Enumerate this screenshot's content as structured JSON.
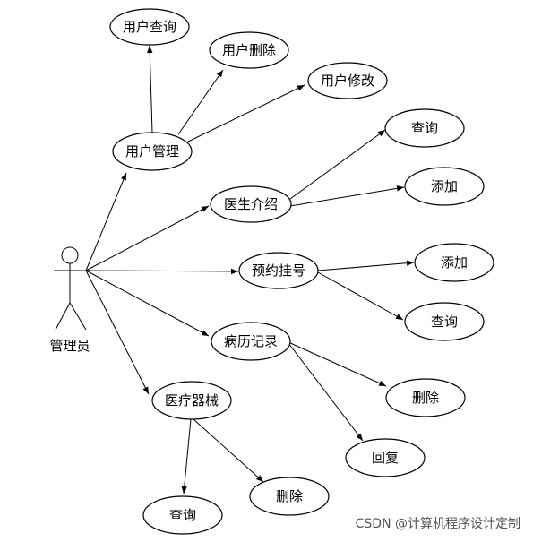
{
  "actor": {
    "label": "管理员"
  },
  "use_cases": {
    "user_management": "用户管理",
    "user_query": "用户查询",
    "user_delete": "用户删除",
    "user_modify": "用户修改",
    "doctor_intro": "医生介绍",
    "doctor_query": "查询",
    "doctor_add": "添加",
    "appointment": "预约挂号",
    "appointment_add": "添加",
    "appointment_query": "查询",
    "medical_record": "病历记录",
    "record_delete": "删除",
    "record_reply": "回复",
    "equipment": "医疗器械",
    "equipment_query": "查询",
    "equipment_delete": "删除"
  },
  "watermark": "CSDN @计算机程序设计定制"
}
